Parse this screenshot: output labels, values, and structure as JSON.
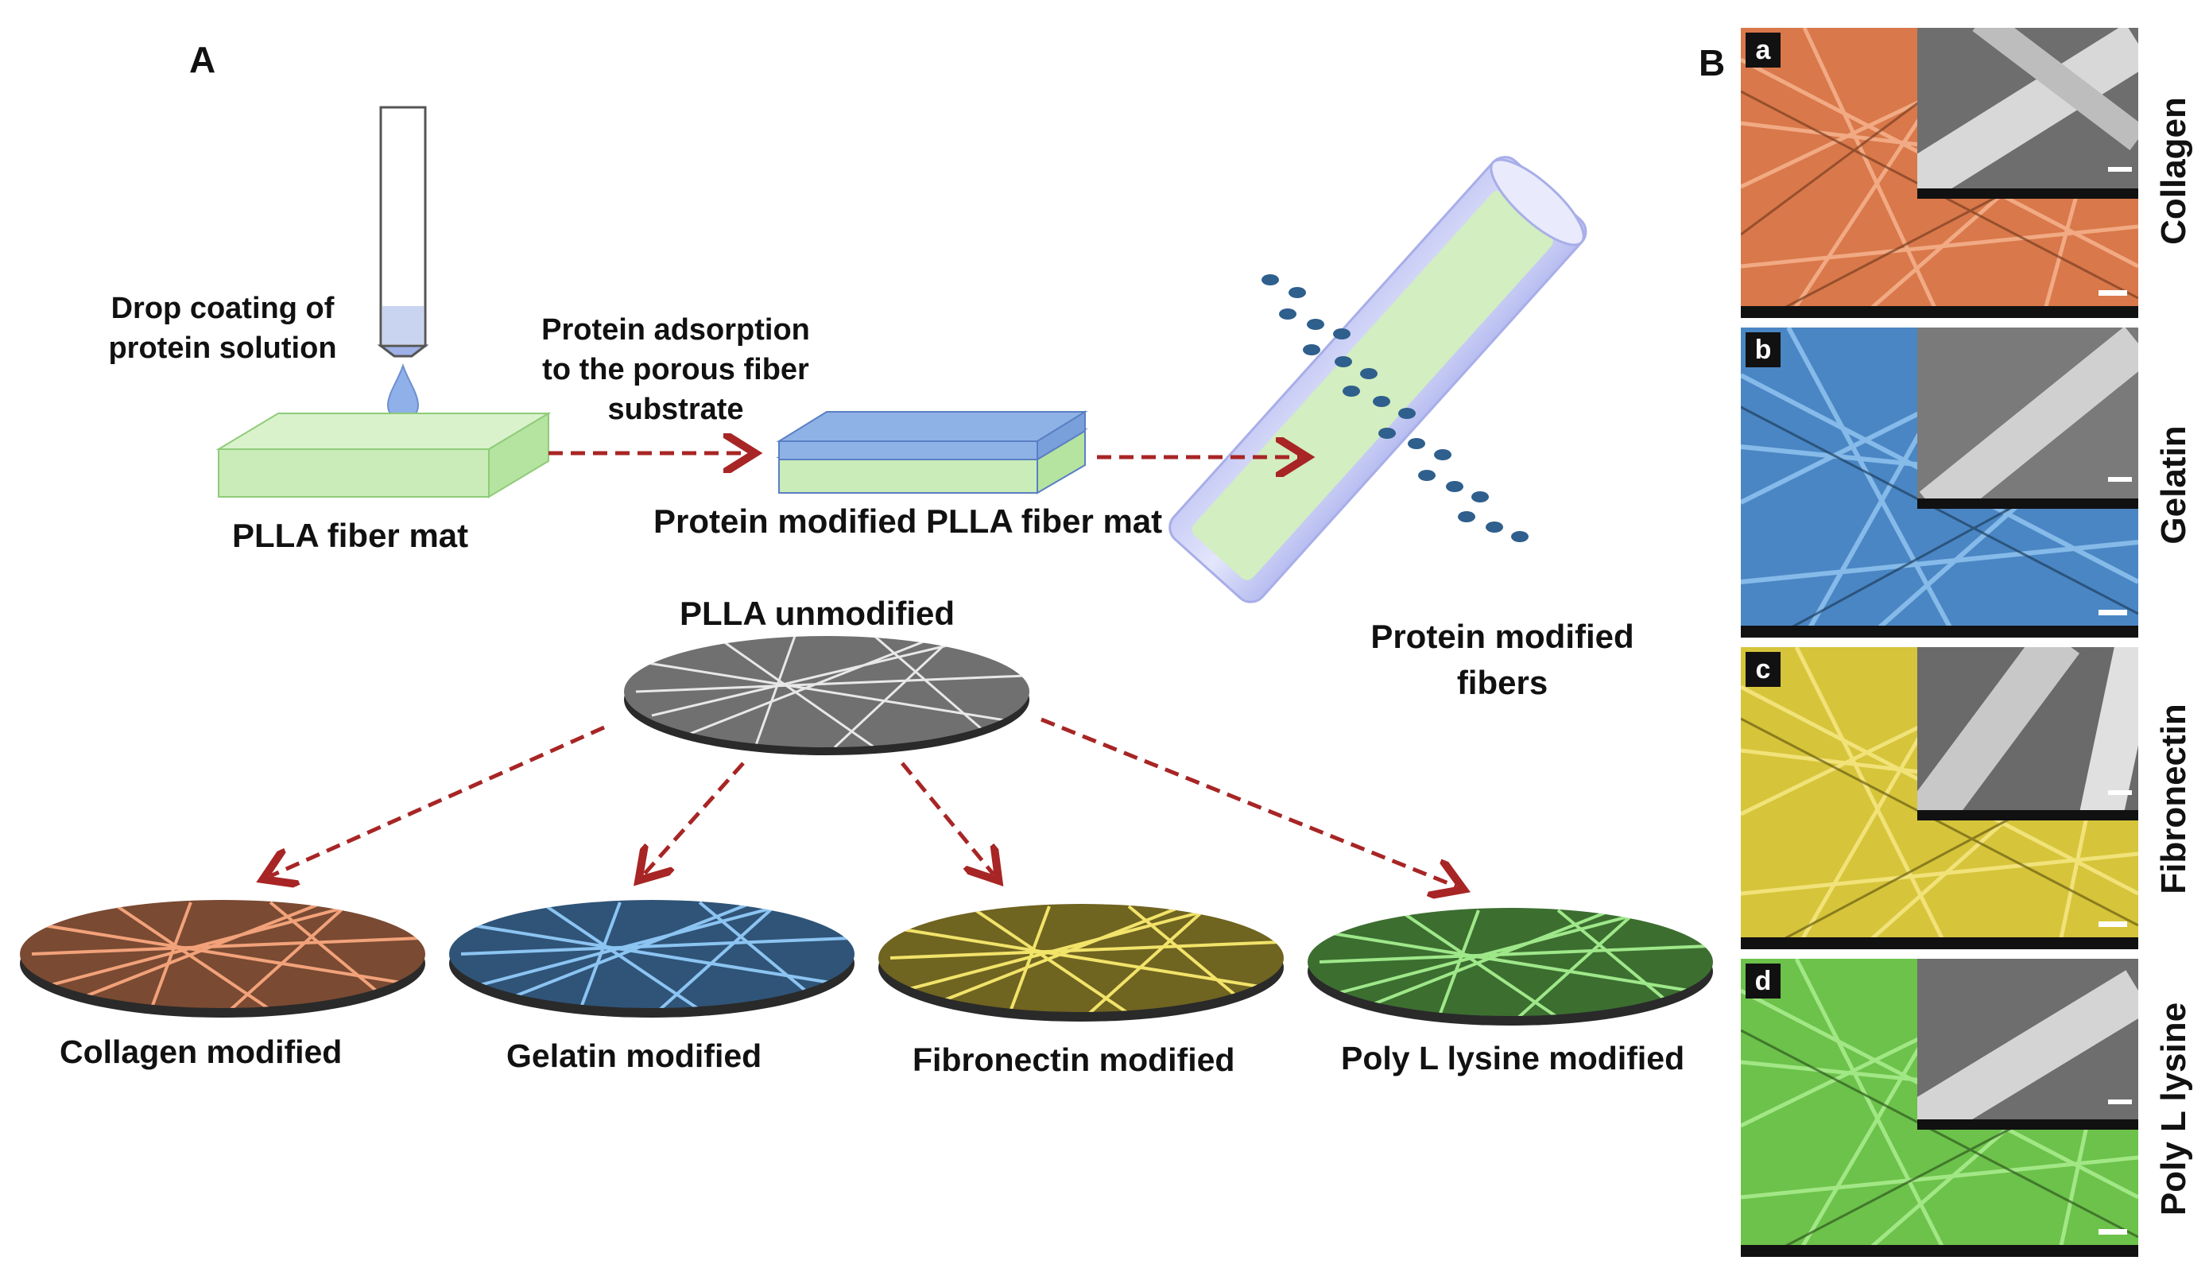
{
  "panel_A": {
    "letter": "A",
    "drop_label_line1": "Drop coating of",
    "drop_label_line2": "protein solution",
    "adsorption_line1": "Protein adsorption",
    "adsorption_line2": "to the porous fiber",
    "adsorption_line3": "substrate",
    "mat_label": "PLLA fiber mat",
    "modified_mat_label": "Protein modified PLLA fiber mat",
    "fibers_line1": "Protein modified",
    "fibers_line2": "fibers",
    "unmodified_label": "PLLA unmodified",
    "discs": [
      {
        "label": "Collagen modified",
        "color": "#e8875a"
      },
      {
        "label": "Gelatin modified",
        "color": "#5aa0dc"
      },
      {
        "label": "Fibronectin modified",
        "color": "#e6d34a"
      },
      {
        "label": "Poly L lysine modified",
        "color": "#7fd66a"
      }
    ]
  },
  "panel_B": {
    "letter": "B",
    "images": [
      {
        "letter": "a",
        "label": "Collagen",
        "color": "#d9784a"
      },
      {
        "letter": "b",
        "label": "Gelatin",
        "color": "#4a86c4"
      },
      {
        "letter": "c",
        "label": "Fibronectin",
        "color": "#d6c43a"
      },
      {
        "letter": "d",
        "label": "Poly L lysine",
        "color": "#6cc24a"
      }
    ]
  },
  "colors": {
    "arrow": "#a82525",
    "mat_green": "#c9ecb8",
    "mat_blue": "#8fb2e6"
  }
}
